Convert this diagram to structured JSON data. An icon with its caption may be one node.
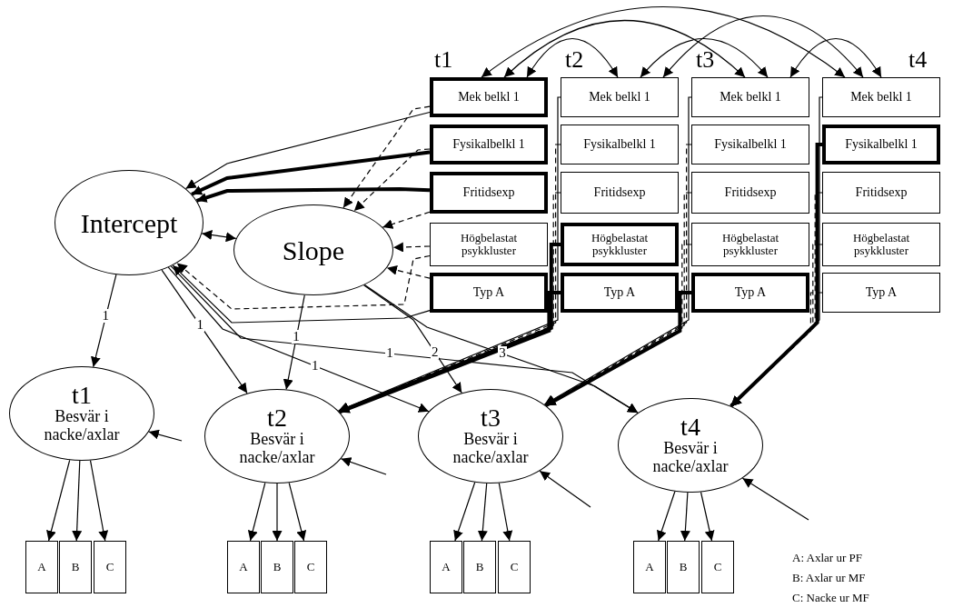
{
  "diagram": {
    "nodes": [
      {
        "text": [
          "Mek belkl 1"
        ]
      },
      {
        "text": [
          "Fysikalbelkl 1"
        ]
      },
      {
        "text": [
          "Fritidsexp"
        ]
      },
      {
        "text": [
          "Högbelastat psykkluster"
        ]
      },
      {
        "text": [
          "Typ A"
        ]
      },
      {
        "text": [
          "Mek belkl 1"
        ]
      },
      {
        "text": [
          "Fysikalbelkl 1"
        ]
      },
      {
        "text": [
          "Fritidsexp"
        ]
      },
      {
        "text": [
          "Högbelastat psykkluster"
        ]
      },
      {
        "text": [
          "Typ A"
        ]
      },
      {
        "text": [
          "Mek belkl 1"
        ]
      },
      {
        "text": [
          "Fysikalbelkl 1"
        ]
      },
      {
        "text": [
          "Fritidsexp"
        ]
      },
      {
        "text": [
          "Högbelastat psykkluster"
        ]
      },
      {
        "text": [
          "Typ A"
        ]
      },
      {
        "text": [
          "Mek belkl 1"
        ]
      },
      {
        "text": [
          "Fysikalbelkl 1"
        ]
      },
      {
        "text": [
          "Fritidsexp"
        ]
      },
      {
        "text": [
          "Högbelastat psykkluster"
        ]
      },
      {
        "text": [
          "Typ A"
        ]
      },
      {
        "text": [
          "Intercept"
        ]
      },
      {
        "text": [
          "Slope"
        ]
      },
      {
        "text": [
          "t1",
          "Besvär i nacke/axlar"
        ]
      },
      {
        "text": [
          "t2",
          "Besvär i nacke/axlar"
        ]
      },
      {
        "text": [
          "t3",
          "Besvär i nacke/axlar"
        ]
      },
      {
        "text": [
          "t4",
          "Besvär i nacke/axlar"
        ]
      },
      {
        "text": [
          "A"
        ]
      },
      {
        "text": [
          "B"
        ]
      },
      {
        "text": [
          "C"
        ]
      },
      {
        "text": [
          "A"
        ]
      },
      {
        "text": [
          "B"
        ]
      },
      {
        "text": [
          "C"
        ]
      },
      {
        "text": [
          "A"
        ]
      },
      {
        "text": [
          "B"
        ]
      },
      {
        "text": [
          "C"
        ]
      },
      {
        "text": [
          "A"
        ]
      },
      {
        "text": [
          "B"
        ]
      },
      {
        "text": [
          "C"
        ]
      }
    ],
    "edges": [
      {
        "from": 0,
        "to": 20,
        "arrow": "to"
      },
      {
        "from": 0,
        "to": 21,
        "arrow": "to",
        "style": "dashed"
      },
      {
        "from": 1,
        "to": 20,
        "arrow": "to",
        "style": "thick"
      },
      {
        "from": 1,
        "to": 21,
        "arrow": "to",
        "style": "dashed"
      },
      {
        "from": 2,
        "to": 20,
        "arrow": "to",
        "style": "thick"
      },
      {
        "from": 2,
        "to": 21,
        "arrow": "to",
        "style": "dashed"
      },
      {
        "from": 3,
        "to": 21,
        "arrow": "to",
        "style": "dashed"
      },
      {
        "from": 3,
        "to": 20,
        "arrow": "to",
        "style": "dashed"
      },
      {
        "from": 4,
        "to": 21,
        "arrow": "to",
        "style": "dashed"
      },
      {
        "from": 4,
        "to": 20,
        "arrow": "to"
      },
      {
        "from": 20,
        "to": 21,
        "arrow": "both"
      },
      {
        "from": 20,
        "to": 22,
        "arrow": "to",
        "label": "1"
      },
      {
        "from": 20,
        "to": 23,
        "arrow": "to",
        "label": "1"
      },
      {
        "from": 20,
        "to": 24,
        "arrow": "to",
        "label": "1"
      },
      {
        "from": 20,
        "to": 25,
        "arrow": "to",
        "label": "1"
      },
      {
        "from": 21,
        "to": 23,
        "arrow": "to",
        "label": "1"
      },
      {
        "from": 21,
        "to": 24,
        "arrow": "to",
        "label": "2"
      },
      {
        "from": 21,
        "to": 25,
        "arrow": "to",
        "label": "3"
      },
      {
        "from": 5,
        "to": 23,
        "arrow": "to"
      },
      {
        "from": 6,
        "to": 23,
        "arrow": "to",
        "style": "dashed"
      },
      {
        "from": 7,
        "to": 23,
        "arrow": "to",
        "style": "dashed"
      },
      {
        "from": 8,
        "to": 23,
        "arrow": "to",
        "style": "thick"
      },
      {
        "from": 9,
        "to": 23,
        "arrow": "to",
        "style": "thick"
      },
      {
        "from": 10,
        "to": 24,
        "arrow": "to"
      },
      {
        "from": 11,
        "to": 24,
        "arrow": "to",
        "style": "dashed"
      },
      {
        "from": 12,
        "to": 24,
        "arrow": "to",
        "style": "dashed"
      },
      {
        "from": 13,
        "to": 24,
        "arrow": "to",
        "style": "dashed"
      },
      {
        "from": 14,
        "to": 24,
        "arrow": "to",
        "style": "thick"
      },
      {
        "from": 15,
        "to": 25,
        "arrow": "to"
      },
      {
        "from": 16,
        "to": 25,
        "arrow": "to",
        "style": "thick"
      },
      {
        "from": 17,
        "to": 25,
        "arrow": "to",
        "style": "dashed"
      },
      {
        "from": 18,
        "to": 25,
        "arrow": "to",
        "style": "dashed"
      },
      {
        "from": 19,
        "to": 25,
        "arrow": "to",
        "style": "dashed"
      },
      {
        "from": 0,
        "to": 5,
        "arrow": "both"
      },
      {
        "from": 0,
        "to": 10,
        "arrow": "both"
      },
      {
        "from": 0,
        "to": 15,
        "arrow": "both"
      },
      {
        "from": 5,
        "to": 10,
        "arrow": "both"
      },
      {
        "from": 5,
        "to": 15,
        "arrow": "both"
      },
      {
        "from": 10,
        "to": 15,
        "arrow": "both"
      },
      {
        "from": null,
        "to": 22,
        "arrow": "to"
      },
      {
        "from": null,
        "to": 23,
        "arrow": "to"
      },
      {
        "from": null,
        "to": 24,
        "arrow": "to"
      },
      {
        "from": null,
        "to": 25,
        "arrow": "to"
      },
      {
        "from": 22,
        "to": 26,
        "arrow": "to"
      },
      {
        "from": 22,
        "to": 27,
        "arrow": "to"
      },
      {
        "from": 22,
        "to": 28,
        "arrow": "to"
      },
      {
        "from": 23,
        "to": 29,
        "arrow": "to"
      },
      {
        "from": 23,
        "to": 30,
        "arrow": "to"
      },
      {
        "from": 23,
        "to": 31,
        "arrow": "to"
      },
      {
        "from": 24,
        "to": 32,
        "arrow": "to"
      },
      {
        "from": 24,
        "to": 33,
        "arrow": "to"
      },
      {
        "from": 24,
        "to": 34,
        "arrow": "to"
      },
      {
        "from": 25,
        "to": 35,
        "arrow": "to"
      },
      {
        "from": 25,
        "to": 36,
        "arrow": "to"
      },
      {
        "from": 25,
        "to": 37,
        "arrow": "to"
      }
    ],
    "labels": [
      "t1",
      "t2",
      "t3",
      "t4",
      "A: Axlar ur PF",
      "B: Axlar ur MF",
      "C: Nacke ur MF"
    ]
  }
}
